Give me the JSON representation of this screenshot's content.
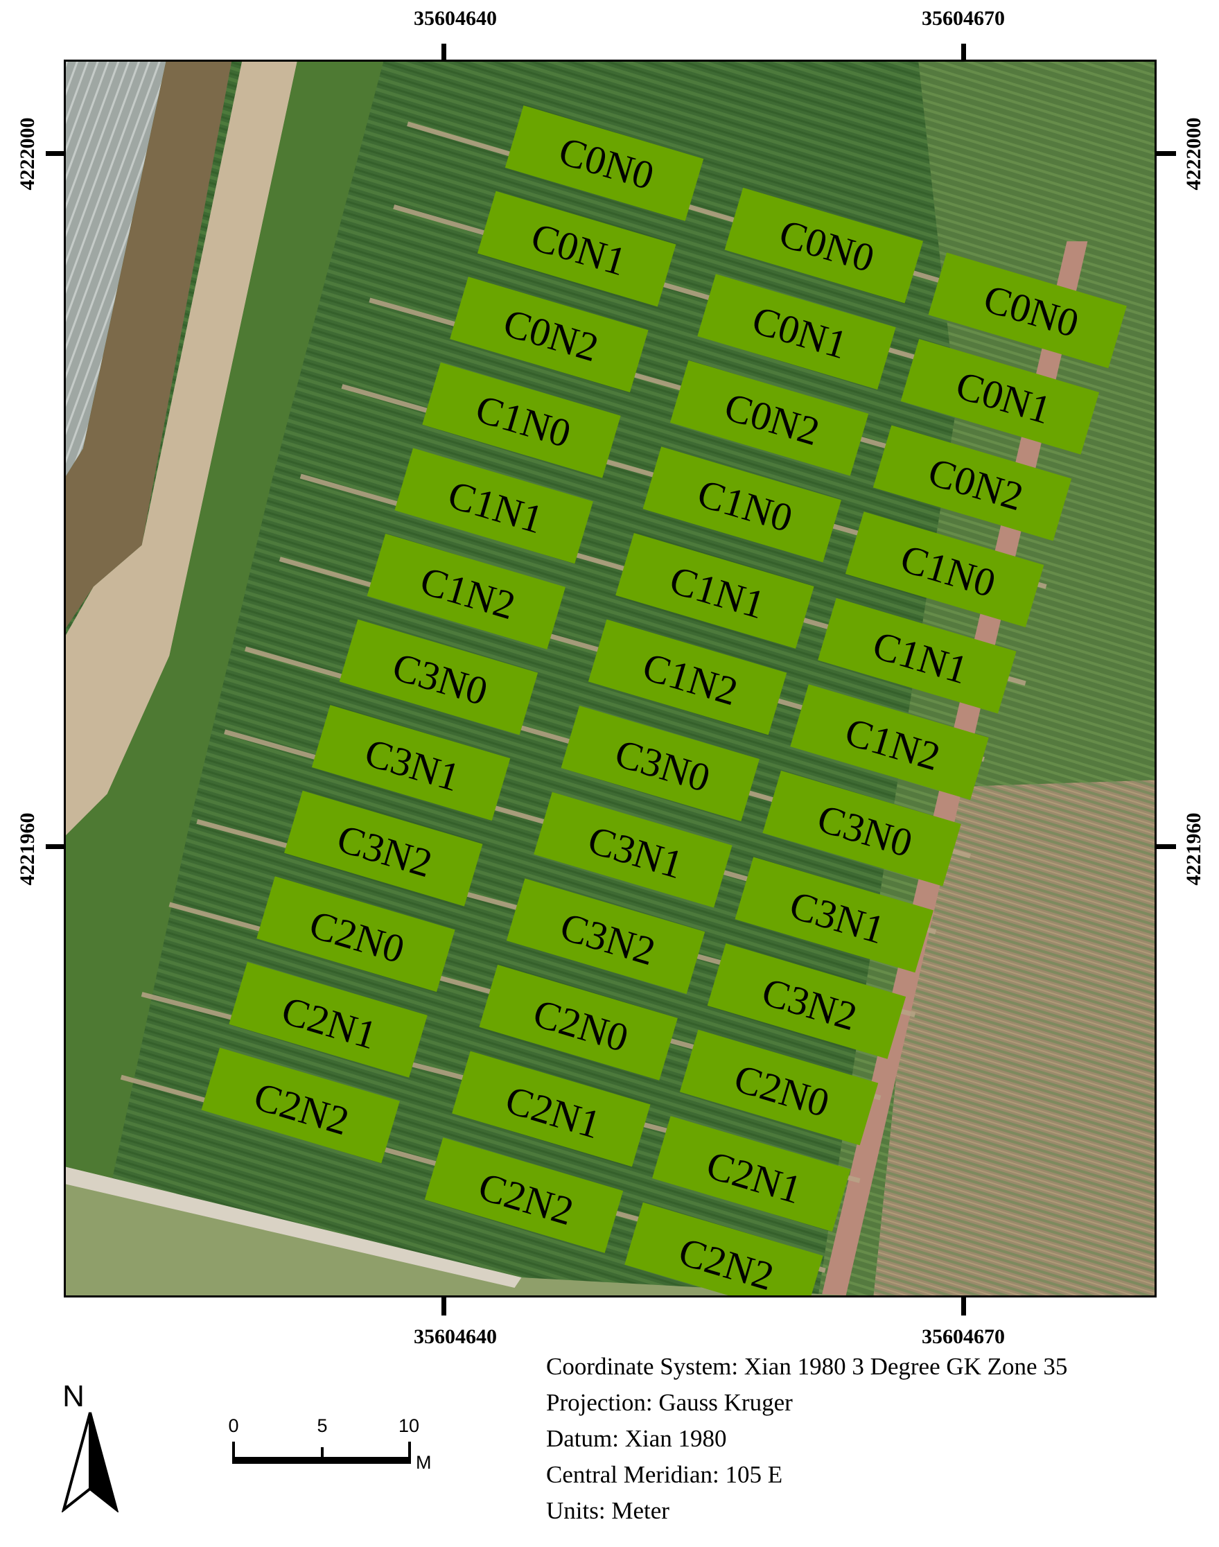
{
  "map": {
    "top_coords": [
      "35604640",
      "35604670"
    ],
    "bottom_coords": [
      "35604640",
      "35604670"
    ],
    "left_coords": [
      "4222000",
      "4221960"
    ],
    "right_coords": [
      "4222000",
      "4221960"
    ],
    "plot_color": "#6aa500",
    "plots": [
      {
        "label": "C0N0"
      },
      {
        "label": "C0N1"
      },
      {
        "label": "C0N2"
      },
      {
        "label": "C1N0"
      },
      {
        "label": "C1N1"
      },
      {
        "label": "C1N2"
      },
      {
        "label": "C3N0"
      },
      {
        "label": "C3N1"
      },
      {
        "label": "C3N2"
      },
      {
        "label": "C2N0"
      },
      {
        "label": "C2N1"
      },
      {
        "label": "C2N2"
      },
      {
        "label": "C0N0"
      },
      {
        "label": "C0N1"
      },
      {
        "label": "C0N2"
      },
      {
        "label": "C1N0"
      },
      {
        "label": "C1N1"
      },
      {
        "label": "C1N2"
      },
      {
        "label": "C3N0"
      },
      {
        "label": "C3N1"
      },
      {
        "label": "C3N2"
      },
      {
        "label": "C2N0"
      },
      {
        "label": "C2N1"
      },
      {
        "label": "C2N2"
      },
      {
        "label": "C0N0"
      },
      {
        "label": "C0N1"
      },
      {
        "label": "C0N2"
      },
      {
        "label": "C1N0"
      },
      {
        "label": "C1N1"
      },
      {
        "label": "C1N2"
      },
      {
        "label": "C3N0"
      },
      {
        "label": "C3N1"
      },
      {
        "label": "C3N2"
      },
      {
        "label": "C2N0"
      },
      {
        "label": "C2N1"
      },
      {
        "label": "C2N2"
      }
    ]
  },
  "info": [
    "Coordinate System: Xian 1980 3 Degree GK Zone 35",
    "Projection: Gauss Kruger",
    "Datum: Xian 1980",
    "Central Meridian: 105 E",
    "Units: Meter"
  ],
  "north_label": "N",
  "scale": {
    "labels": [
      "0",
      "5",
      "10"
    ],
    "unit": "M"
  }
}
